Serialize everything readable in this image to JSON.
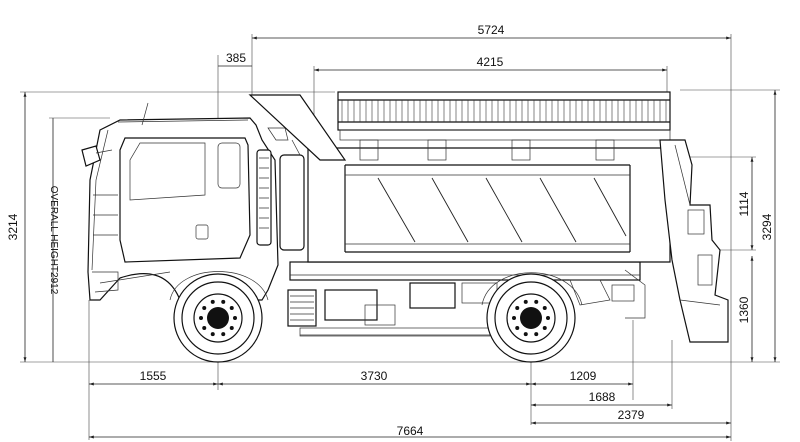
{
  "dimensions": {
    "overall_length": "7664",
    "body_length": "5724",
    "grid_length": "4215",
    "cab_offset": "385",
    "front_overhang": "1555",
    "wheelbase": "3730",
    "rear_1209": "1209",
    "rear_1688": "1688",
    "rear_2379": "2379",
    "overall_height": "3214",
    "height_3294": "3294",
    "height_1114": "1114",
    "height_1360": "1360"
  },
  "labels": {
    "overall_height_label": "OVERALL HEIGHT2912"
  }
}
